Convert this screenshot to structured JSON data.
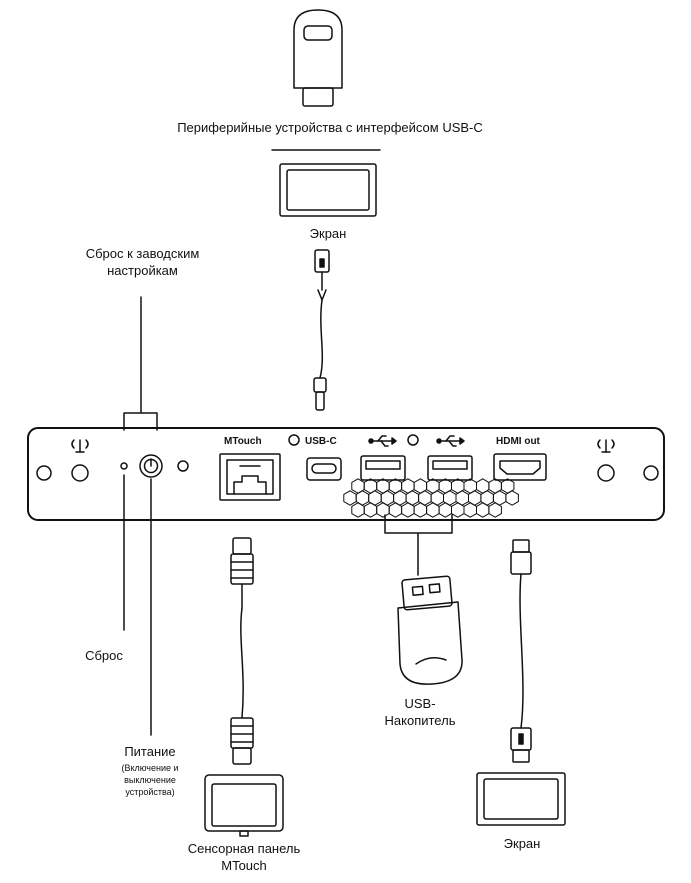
{
  "labels": {
    "usbc_peripherals": "Периферийные устройства с интерфейсом USB-C",
    "screen_top": "Экран",
    "factory_reset_line1": "Сброс к заводским",
    "factory_reset_line2": "настройкам",
    "reset": "Сброс",
    "power": "Питание",
    "power_note_line1": "(Включение и",
    "power_note_line2": "выключение",
    "power_note_line3": "устройства)",
    "touch_panel_line1": "Сенсорная панель",
    "touch_panel_line2": "MTouch",
    "usb_drive_line1": "USB-",
    "usb_drive_line2": "Накопитель",
    "screen_bottom": "Экран"
  },
  "ports": {
    "mtouch": "MTouch",
    "usbc": "USB-C",
    "hdmi_out": "HDMI out"
  },
  "colors": {
    "line": "#111111",
    "fill": "#ffffff"
  }
}
